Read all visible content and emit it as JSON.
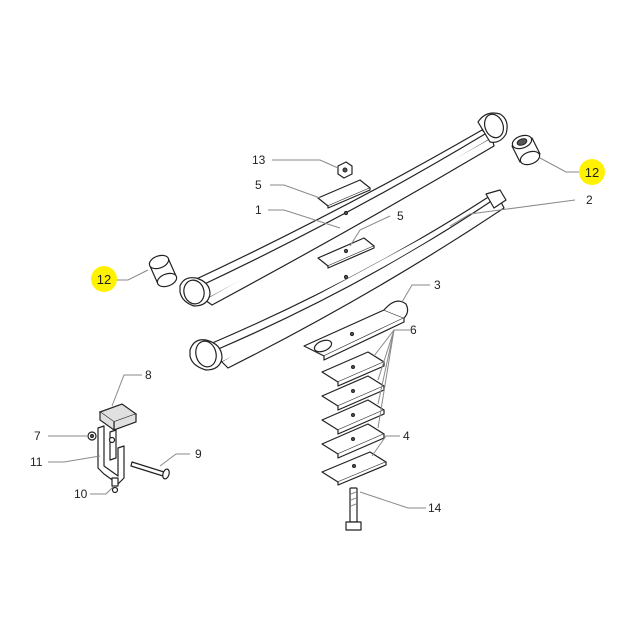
{
  "highlight_color": "#fff200",
  "callouts": {
    "n1": "1",
    "n2": "2",
    "n3": "3",
    "n4": "4",
    "n5a": "5",
    "n5b": "5",
    "n6": "6",
    "n7": "7",
    "n8": "8",
    "n9": "9",
    "n10": "10",
    "n11": "11",
    "n12_left": "12",
    "n12_right": "12",
    "n13": "13",
    "n14": "14"
  }
}
